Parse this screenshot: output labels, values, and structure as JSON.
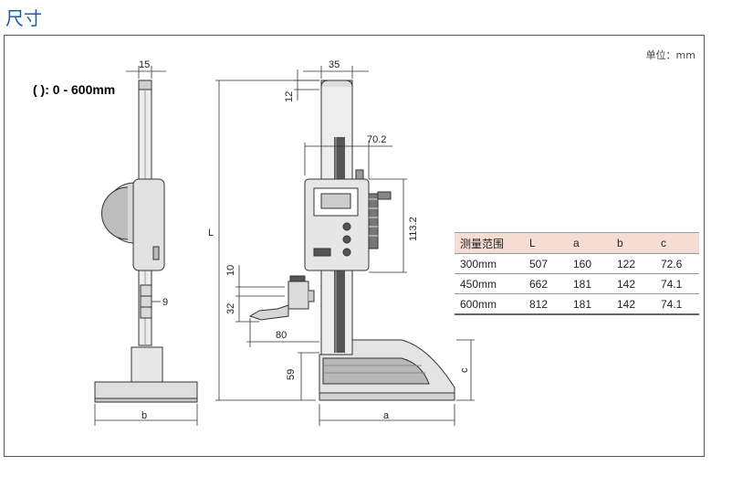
{
  "title": "尺寸",
  "unit_label": "单位：mm",
  "range_label": "( ): 0 - 600mm",
  "dimensions": {
    "d15": "15",
    "d35": "35",
    "d12": "12",
    "d70_2": "70.2",
    "d113_2": "113.2",
    "L": "L",
    "d10": "10",
    "d9": "9",
    "d32": "32",
    "d80": "80",
    "d59": "59",
    "b": "b",
    "a": "a",
    "c": "c"
  },
  "table": {
    "headers": [
      "测量范围",
      "L",
      "a",
      "b",
      "c"
    ],
    "rows": [
      [
        "300mm",
        "507",
        "160",
        "122",
        "72.6"
      ],
      [
        "450mm",
        "662",
        "181",
        "142",
        "74.1"
      ],
      [
        "600mm",
        "812",
        "181",
        "142",
        "74.1"
      ]
    ]
  }
}
